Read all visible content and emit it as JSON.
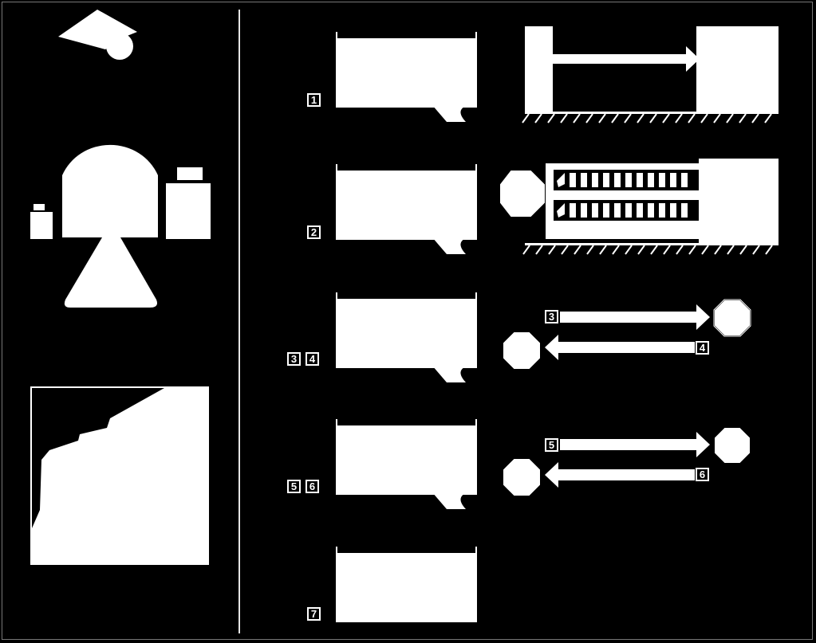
{
  "steps": [
    {
      "badges": [
        "1"
      ]
    },
    {
      "badges": [
        "2"
      ]
    },
    {
      "badges": [
        "3",
        "4"
      ]
    },
    {
      "badges": [
        "5",
        "6"
      ]
    },
    {
      "badges": [
        "7"
      ]
    }
  ],
  "arrow_labels": {
    "step3": "3",
    "step4": "4",
    "step5": "5",
    "step6": "6"
  },
  "colors": {
    "background": "#000000",
    "foreground": "#ffffff"
  }
}
